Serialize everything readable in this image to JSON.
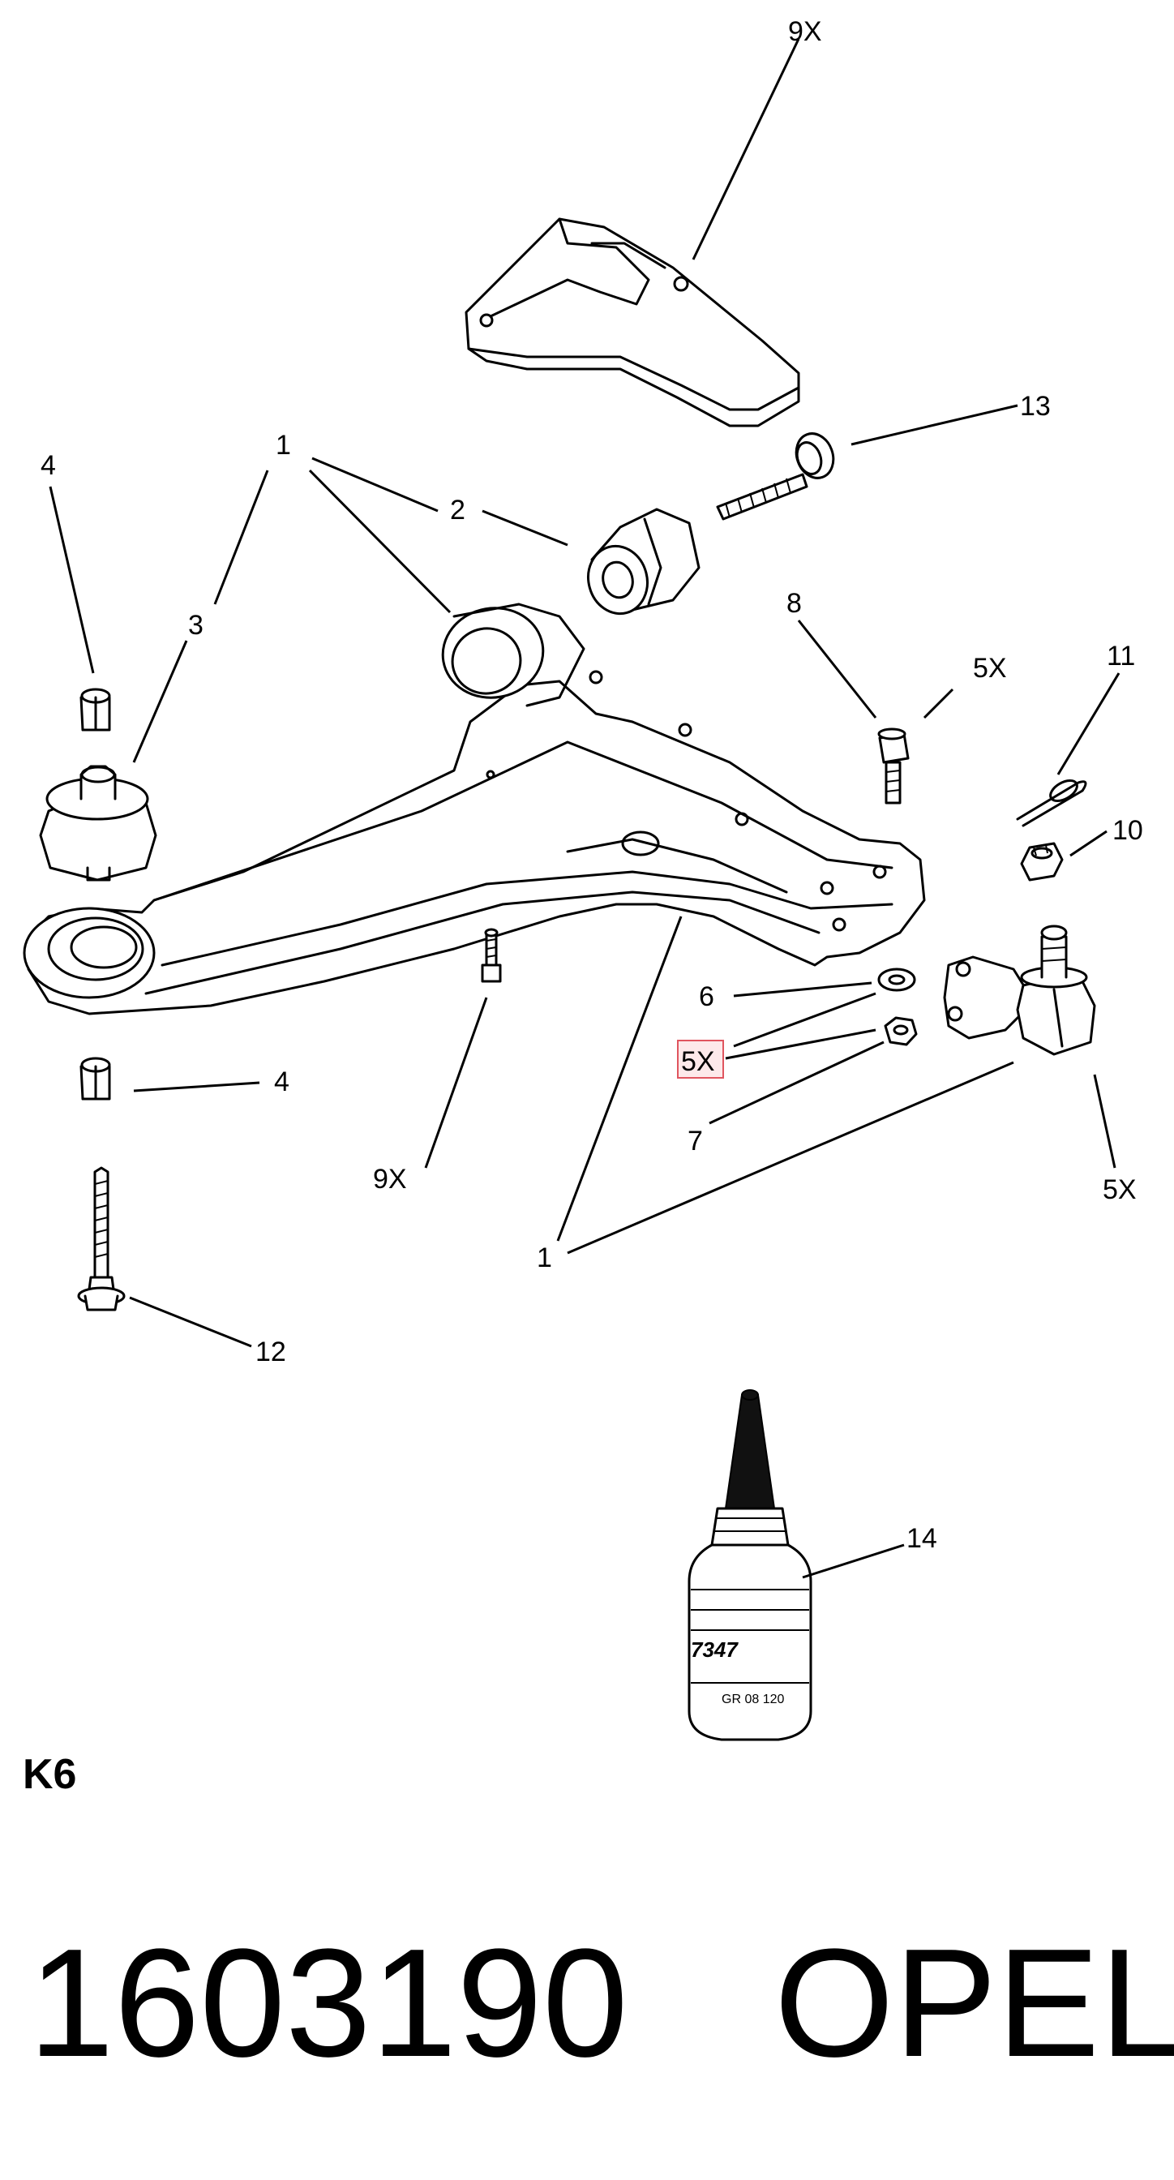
{
  "callouts": {
    "c1_top": "1",
    "c2": "2",
    "c3": "3",
    "c4_top": "4",
    "c4_bottom": "4",
    "c9x_top": "9X",
    "c13": "13",
    "c8": "8",
    "c5x_bolt": "5X",
    "c11": "11",
    "c10": "10",
    "c6": "6",
    "c5x_washer": "5X",
    "c7": "7",
    "c5x_balljoint": "5X",
    "c9x_bottom": "9X",
    "c1_bottom": "1",
    "c12": "12",
    "c14": "14"
  },
  "bottle_label": {
    "code": "7347",
    "small_text": "GR 08 120"
  },
  "sheet_code": "K6",
  "part_number": "1603190",
  "brand": "OPEL",
  "colors": {
    "ink": "#000000",
    "highlight_fill": "#fde9ea",
    "highlight_stroke": "#e0555f"
  }
}
